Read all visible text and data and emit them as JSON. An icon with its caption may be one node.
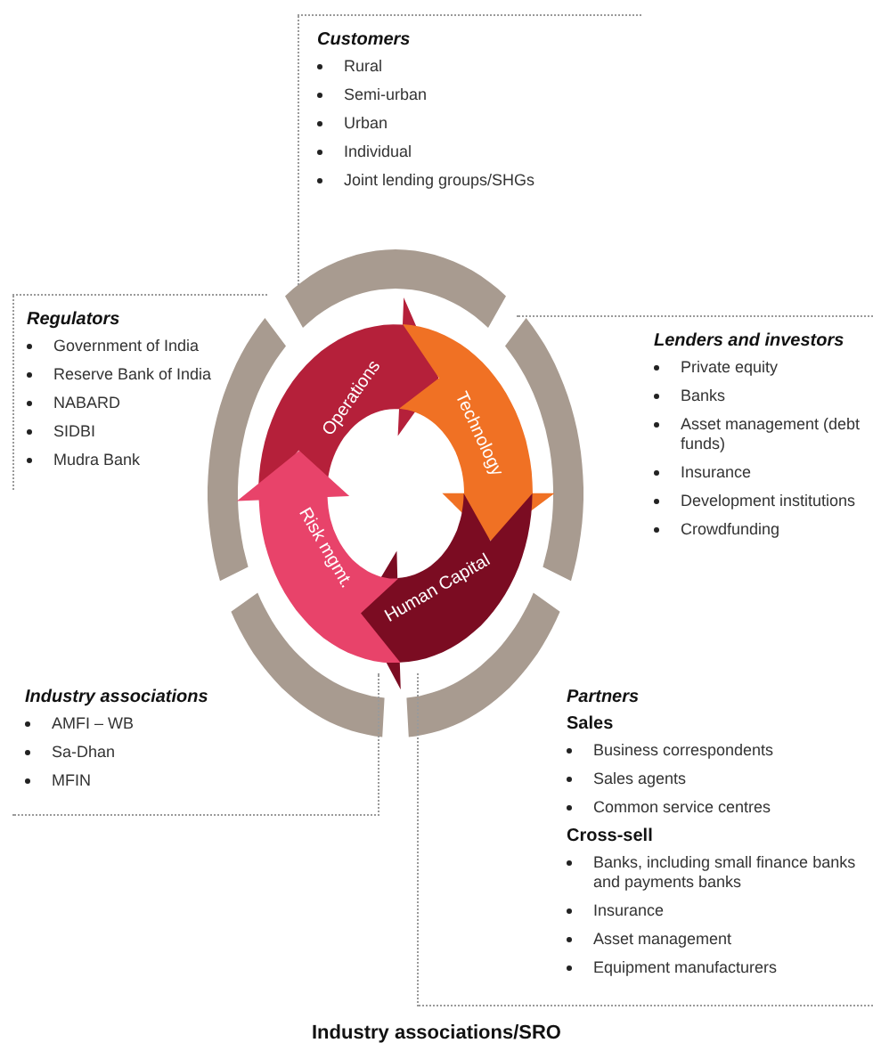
{
  "diagram": {
    "caption": "Industry associations/SRO",
    "nodes": [
      {
        "text": [
          "Customers",
          "Rural",
          "Semi-urban",
          "Urban",
          "Individual",
          "Joint lending groups/SHGs"
        ]
      },
      {
        "text": [
          "Regulators",
          "Government of India",
          "Reserve Bank of India",
          "NABARD",
          "SIDBI",
          "Mudra Bank"
        ]
      },
      {
        "text": [
          "Lenders and investors",
          "Private equity",
          "Banks",
          "Asset management (debt funds)",
          "Insurance",
          "Development institutions",
          "Crowdfunding"
        ]
      },
      {
        "text": [
          "Industry associations",
          "AMFI – WB",
          "Sa-Dhan",
          "MFIN"
        ]
      },
      {
        "text": [
          "Partners",
          "Sales",
          "Business correspondents",
          "Sales agents",
          "Common service centres",
          "Cross-sell",
          "Banks, including small finance banks and payments banks",
          "Insurance",
          "Asset management",
          "Equipment manufacturers"
        ]
      },
      {
        "text": [
          "Operations"
        ]
      },
      {
        "text": [
          "Technology"
        ]
      },
      {
        "text": [
          "Human Capital"
        ]
      },
      {
        "text": [
          "Risk mgmt."
        ]
      },
      {
        "text": [],
        "shape": "arc"
      },
      {
        "text": [],
        "shape": "arc"
      },
      {
        "text": [],
        "shape": "arc"
      },
      {
        "text": [],
        "shape": "arc"
      },
      {
        "text": [],
        "shape": "arc"
      }
    ]
  }
}
